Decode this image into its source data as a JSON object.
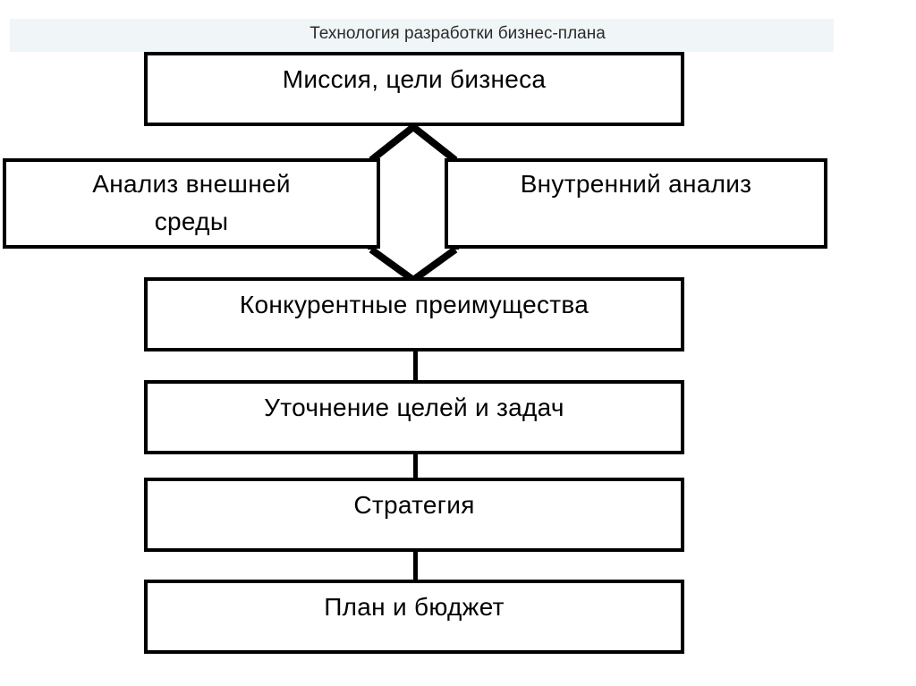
{
  "slide": {
    "title": "Технология разработки бизнес-плана",
    "background_color": "#ffffff",
    "title_band_color": "#f0f6f7",
    "line_color": "#000000",
    "text_color": "#000000"
  },
  "diagram": {
    "type": "flowchart",
    "orientation": "top-to-bottom",
    "nodes": [
      {
        "id": "mission",
        "label": "Миссия, цели бизнеса"
      },
      {
        "id": "external",
        "label": "Анализ внешней\nсреды"
      },
      {
        "id": "internal",
        "label": "Внутренний анализ"
      },
      {
        "id": "advantages",
        "label": "Конкурентные преимущества"
      },
      {
        "id": "goals",
        "label": "Уточнение целей и задач"
      },
      {
        "id": "strategy",
        "label": "Стратегия"
      },
      {
        "id": "plan",
        "label": "План и бюджет"
      }
    ],
    "connectors": [
      {
        "from": "mission",
        "to": "advantages",
        "style": "double-headed-arrow"
      },
      {
        "from": "advantages",
        "to": "goals",
        "style": "line"
      },
      {
        "from": "goals",
        "to": "strategy",
        "style": "line"
      },
      {
        "from": "strategy",
        "to": "plan",
        "style": "line"
      }
    ]
  }
}
